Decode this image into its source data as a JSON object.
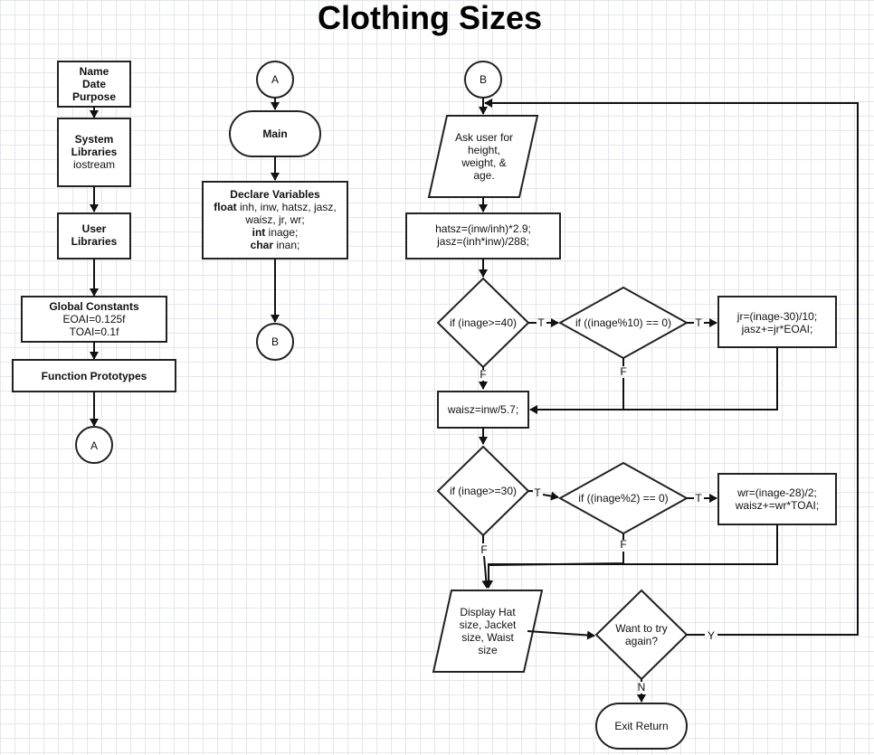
{
  "title": "Clothing Sizes",
  "nodes": {
    "name_box": {
      "lines": [
        "Name",
        "Date",
        "Purpose"
      ]
    },
    "system_libs": {
      "line1": "System",
      "line2": "Libraries",
      "line3": "iostream"
    },
    "user_libs": {
      "line1": "User",
      "line2": "Libraries"
    },
    "global_constants": {
      "line1": "Global Constants",
      "line2": "EOAI=0.125f",
      "line3": "TOAI=0.1f"
    },
    "function_prototypes": "Function Prototypes",
    "connector_a_left": "A",
    "connector_a_top": "A",
    "main": "Main",
    "declare": {
      "title": "Declare Variables",
      "float_kw": "float",
      "float_vars": " inh, inw, hatsz, jasz,",
      "float_vars2": "waisz, jr, wr;",
      "int_kw": "int",
      "int_vars": " inage;",
      "char_kw": "char",
      "char_vars": " inan;"
    },
    "connector_b_mid": "B",
    "connector_b_top": "B",
    "ask_user": [
      "Ask user for",
      "height,",
      "weight, &",
      "age."
    ],
    "calc_hat": [
      "hatsz=(inw/inh)*2.9;",
      "jasz=(inh*inw)/288;"
    ],
    "if_age40": "if (inage>=40)",
    "if_mod10": "if ((inage%10) == 0)",
    "calc_jr": [
      "jr=(inage-30)/10;",
      "jasz+=jr*EOAI;"
    ],
    "waisz_calc": "waisz=inw/5.7;",
    "if_age30": "if (inage>=30)",
    "if_mod2": "if ((inage%2) == 0)",
    "calc_wr": [
      "wr=(inage-28)/2;",
      "waisz+=wr*TOAI;"
    ],
    "display": [
      "Display Hat",
      "size, Jacket",
      "size, Waist",
      "size"
    ],
    "want_try": [
      "Want to try",
      "again?"
    ],
    "exit": "Exit Return"
  },
  "edge_labels": {
    "t1": "T",
    "t2": "T",
    "f1": "F",
    "f2": "F",
    "t3": "T",
    "t4": "T",
    "f3": "F",
    "f4": "F",
    "yes": "Y",
    "no": "N"
  }
}
